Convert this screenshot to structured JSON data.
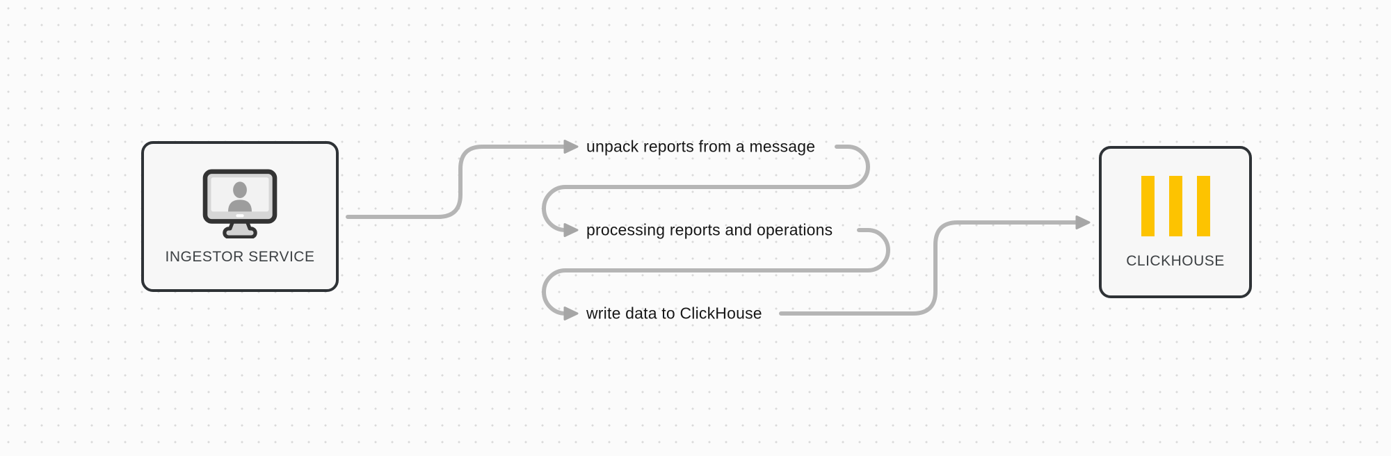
{
  "canvas": {
    "background": "#fbfbfb",
    "dot_color": "#dadada"
  },
  "colors": {
    "connector_gray": "#b5b5b5",
    "arrow_gray": "#a6a6a6",
    "node_border": "#2e3236",
    "node_fill": "#f7f7f7",
    "clickhouse_yellow": "#fdc301",
    "icon_monitor_body": "#d6d6d6",
    "icon_screen": "#f2f2f2",
    "icon_person_gray": "#9d9d9d",
    "icon_outline": "#333333",
    "node_label_color": "#3c4043",
    "step_text_color": "#161616"
  },
  "nodes": [
    {
      "id": "ingestor-service",
      "label": "INGESTOR SERVICE",
      "icon": "monitor-user-icon"
    },
    {
      "id": "clickhouse",
      "label": "CLICKHOUSE",
      "icon": "clickhouse-bars-icon"
    }
  ],
  "steps": [
    {
      "label": "unpack reports from a message"
    },
    {
      "label": "processing reports and operations"
    },
    {
      "label": "write data to ClickHouse"
    }
  ]
}
